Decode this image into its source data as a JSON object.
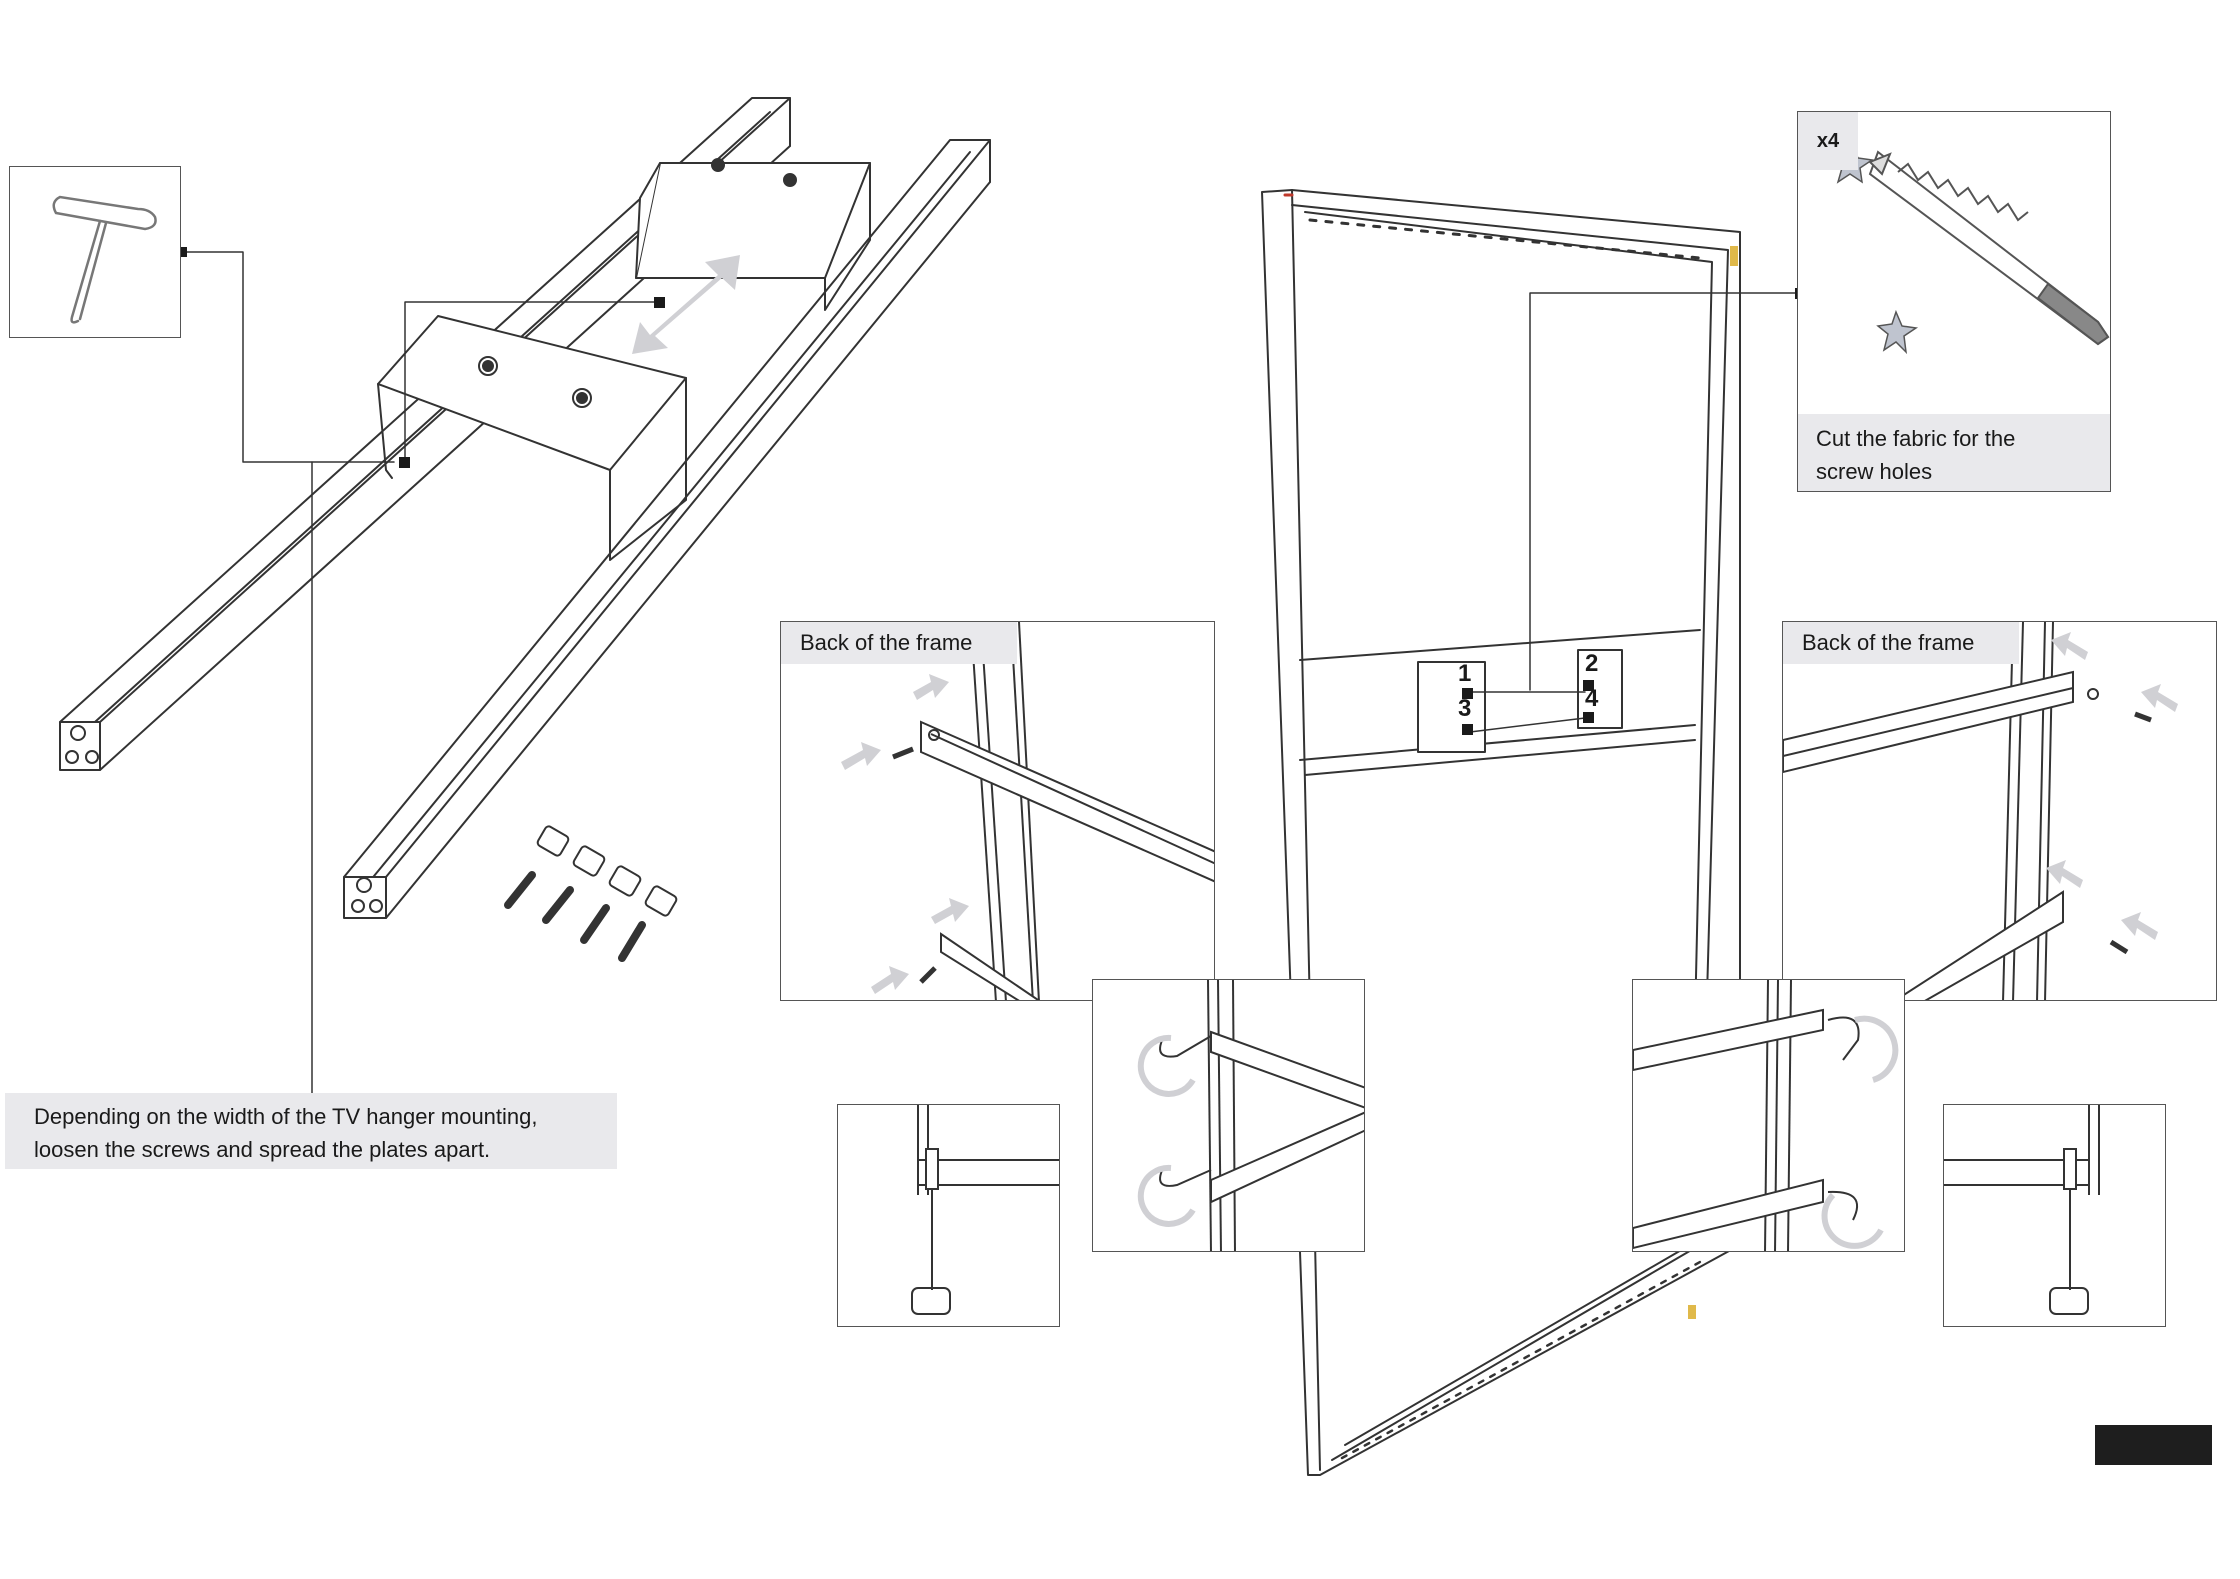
{
  "captions": {
    "hanger": "Depending on the width of the TV hanger mounting, loosen the screws and spread the plates apart.",
    "hanger_line1": "Depending on the width of the TV hanger mounting,",
    "hanger_line2": "loosen the screws and spread the plates apart.",
    "fabric_line1": "Cut the fabric for the",
    "fabric_line2": "screw holes",
    "back_left": "Back of the frame",
    "back_right": "Back of the frame"
  },
  "quantity_tag": "x4",
  "step_numbers": [
    "1",
    "2",
    "3",
    "4"
  ],
  "icons": {
    "tool": "t-handle-hex-key-icon",
    "knife": "utility-knife-icon",
    "cut": "star-cut-mark-icon",
    "arrow": "double-arrow-icon",
    "rotate": "rotation-arrow-icon"
  },
  "colors": {
    "line": "#333333",
    "caption_bg": "#e9e9ec",
    "arrow": "#d0d0d4",
    "page_tab": "#1e1e1e",
    "accent": "#e0b94a"
  }
}
